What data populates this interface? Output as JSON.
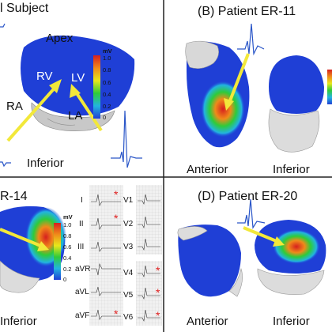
{
  "panels": {
    "a": {
      "title": "l Subject",
      "chamber_labels": {
        "apex": "Apex",
        "rv": "RV",
        "lv": "LV",
        "ra": "RA",
        "la": "LA"
      },
      "view": "Inferior",
      "scale": {
        "unit": "mV",
        "ticks": [
          "1.0",
          "0.8",
          "0.6",
          "0.4",
          "0.2",
          "0"
        ]
      }
    },
    "b": {
      "title": "(B) Patient ER-11",
      "views": [
        "Anterior",
        "Inferior"
      ]
    },
    "c": {
      "title": "R-14",
      "view": "Inferior",
      "scale": {
        "unit": "mV",
        "ticks": [
          "1.0",
          "0.8",
          "0.6",
          "0.4",
          "0.2",
          "0"
        ]
      },
      "ecg_leads_left": [
        "I",
        "II",
        "III",
        "aVR",
        "aVL",
        "aVF"
      ],
      "ecg_leads_right": [
        "V1",
        "V2",
        "V3",
        "V4",
        "V5",
        "V6"
      ],
      "marker_symbol": "*"
    },
    "d": {
      "title": "(D) Patient ER-20",
      "views": [
        "Anterior",
        "Inferior"
      ]
    }
  },
  "colors": {
    "heart_blue": "#1f3fd6",
    "arrow_yellow": "#f2e83a",
    "ecg_trace": "#2a56c8",
    "marker_red": "#e02020",
    "divider": "#222222"
  }
}
